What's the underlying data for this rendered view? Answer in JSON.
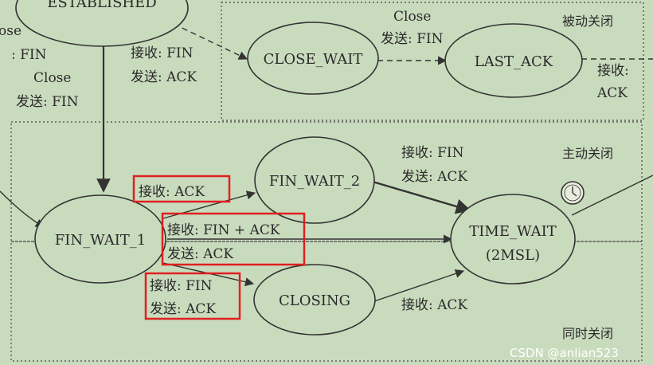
{
  "states": {
    "established": "ESTABLISHED",
    "close_wait": "CLOSE_WAIT",
    "last_ack": "LAST_ACK",
    "fin_wait_1": "FIN_WAIT_1",
    "fin_wait_2": "FIN_WAIT_2",
    "time_wait_line1": "TIME_WAIT",
    "time_wait_line2": "(2MSL)",
    "closing": "CLOSING"
  },
  "edges": {
    "left_partial_1": "ose",
    "left_partial_2": ": FIN",
    "est_to_fw1_line1": "Close",
    "est_to_fw1_line2": "发送: FIN",
    "est_to_cw_line1": "接收: FIN",
    "est_to_cw_line2": "发送: ACK",
    "cw_to_la_line1": "Close",
    "cw_to_la_line2": "发送: FIN",
    "la_out_line1": "接收:",
    "la_out_line2": "ACK",
    "fw1_to_fw2": "接收: ACK",
    "fw1_to_tw_line1": "接收: FIN + ACK",
    "fw1_to_tw_line2": "发送: ACK",
    "fw1_to_closing_line1": "接收: FIN",
    "fw1_to_closing_line2": "发送: ACK",
    "fw2_to_tw_line1": "接收: FIN",
    "fw2_to_tw_line2": "发送: ACK",
    "closing_to_tw": "接收: ACK"
  },
  "regions": {
    "passive_close": "被动关闭",
    "active_close": "主动关闭",
    "simultaneous_close": "同时关闭"
  },
  "watermark": "CSDN @anlian523",
  "colors": {
    "background": "#c9dbbd",
    "ellipse_fill": "#c9dbbd",
    "stroke": "#333333",
    "highlight": "#e02020"
  }
}
